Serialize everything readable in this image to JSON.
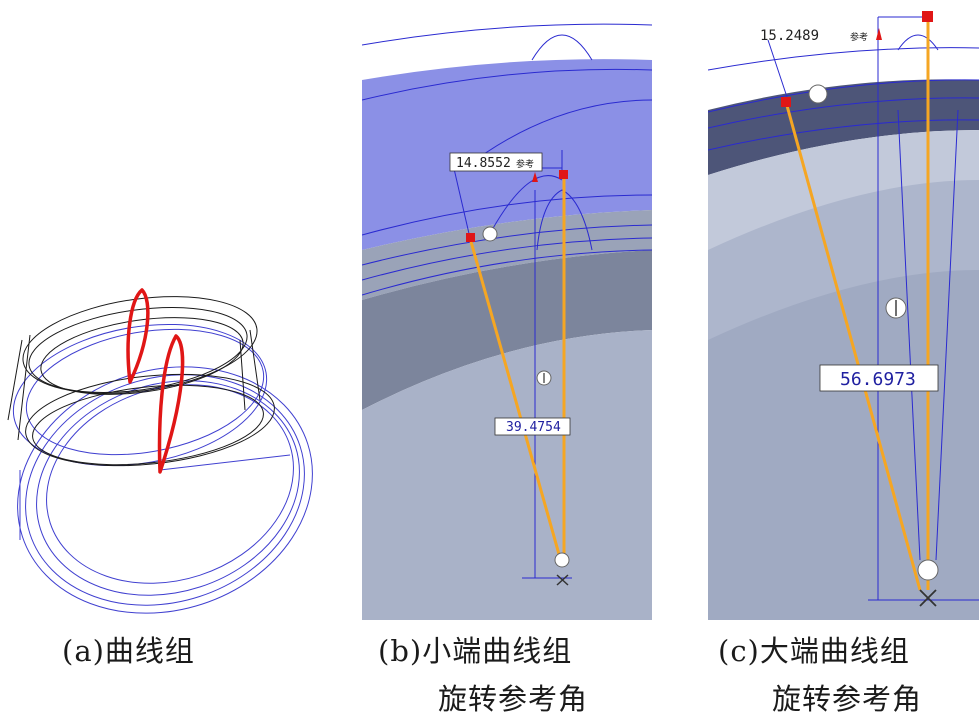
{
  "panels": {
    "a": {
      "caption": "(a)曲线组"
    },
    "b": {
      "caption_line1": "(b)小端曲线组",
      "caption_line2": "旋转参考角",
      "angle_value": "14.8552",
      "angle_suffix": "参考",
      "length_value": "39.4754"
    },
    "c": {
      "caption_line1": "(c)大端曲线组",
      "caption_line2": "旋转参考角",
      "angle_value": "15.2489",
      "angle_suffix": "参考",
      "length_value": "56.6973"
    }
  },
  "colors": {
    "curve_blue": "#3a3ad8",
    "highlight_red": "#e01616",
    "dimension_orange": "#f5a623",
    "surface_violet": "#8a8ee6",
    "surface_grey": "#a4aec6"
  }
}
